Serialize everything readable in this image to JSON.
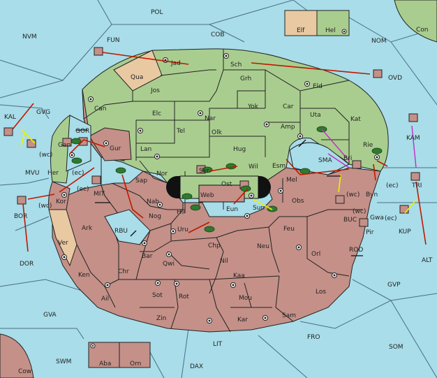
{
  "map": {
    "title": "Diplomacy variant map",
    "colors": {
      "sea": "#a8dde9",
      "green_power": "#a9cd8f",
      "red_power": "#c49088",
      "neutral": "#e8c9a2",
      "move_order": "#c01800",
      "support_order": "#f0f000",
      "convoy_order": "#c030c0"
    },
    "legend": {
      "items": [
        {
          "label": "Elf",
          "color": "#e8c9a2"
        },
        {
          "label": "Hel",
          "color": "#a9cd8f"
        }
      ]
    },
    "sea_labels": {
      "pol": "POL",
      "nvm": "NVM",
      "fun": "FUN",
      "cob": "COB",
      "nom": "NOM",
      "con": "Con",
      "ovd": "OVD",
      "kal": "KAL",
      "gvg": "GVG",
      "mvu": "MVU",
      "kam": "KAM",
      "gor": "GOR",
      "sma": "SMA",
      "mit": "MIT",
      "tri": "TRI",
      "bor": "BOR",
      "dor": "DOR",
      "rbu": "RBU",
      "buc": "BUC",
      "kup": "KUP",
      "alt": "ALT",
      "rod": "ROD",
      "gvp": "GVP",
      "gva": "GVA",
      "fro": "FRO",
      "som": "SOM",
      "swm": "SWM",
      "lit": "LIT",
      "dax": "DAX",
      "cow": "Cow",
      "aba": "Aba",
      "orn": "Orn"
    },
    "land_labels": {
      "jad": "Jad",
      "sch": "Sch",
      "qua": "Qua",
      "jos": "Jos",
      "grh": "Grh",
      "eld": "Eld",
      "can": "Can",
      "yok": "Yok",
      "car": "Car",
      "uta": "Uta",
      "elc": "Elc",
      "nar": "Nar",
      "kat": "Kat",
      "tel": "Tel",
      "olk": "Olk",
      "amp": "Amp",
      "gur": "Gur",
      "lan": "Lan",
      "hug": "Hug",
      "rie": "Rie",
      "gan": "Gan",
      "her": "Her",
      "nor": "Nor",
      "wil": "Wil",
      "esm": "Esm",
      "bri": "Bri",
      "sap": "Sap",
      "skr": "Skr",
      "web": "Web",
      "ost": "Ost",
      "mel": "Mel",
      "byn": "Byn",
      "kor": "Kor",
      "nab": "Nab",
      "hil": "Hil",
      "eun": "Eun",
      "sun": "Sun",
      "obs": "Obs",
      "gwa": "Gwa",
      "nog": "Nog",
      "ark": "Ark",
      "uru": "Uru",
      "feu": "Feu",
      "pir": "Pir",
      "ver": "Ver",
      "chp": "Chp",
      "neu": "Neu",
      "orl": "Orl",
      "bar": "Bar",
      "qwi": "Qwi",
      "ken": "Ken",
      "chr": "Chr",
      "nil": "Nil",
      "kaa": "Kaa",
      "los": "Los",
      "ail": "Ail",
      "sot": "Sot",
      "rot": "Rot",
      "mou": "Mou",
      "zin": "Zin",
      "kar": "Kar",
      "sam": "Sam"
    },
    "coast_labels": {
      "gur_wc": "(wc)",
      "gan_ec": "(ec)",
      "kor_ec": "(ec)",
      "bor_wc": "(wc)",
      "byn_wc": "(wc)",
      "byn_ec": "(ec)",
      "gwa_wc": "(wc)",
      "gwa_ec": "(ec)"
    }
  }
}
